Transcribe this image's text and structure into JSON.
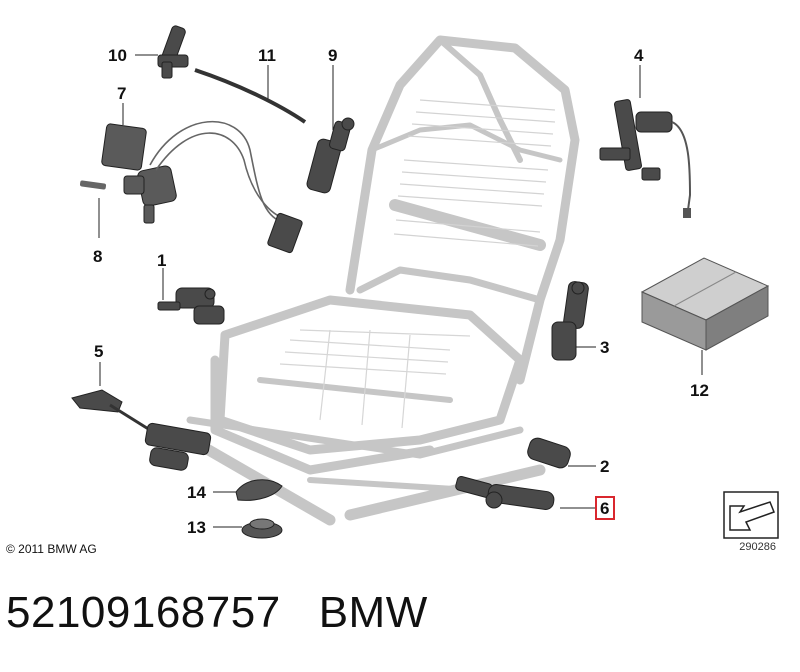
{
  "callouts": [
    "1",
    "2",
    "3",
    "4",
    "5",
    "6",
    "7",
    "8",
    "9",
    "10",
    "11",
    "12",
    "13",
    "14"
  ],
  "highlighted_callout": "6",
  "colors": {
    "highlight": "#d9272e",
    "frame": "#c9c9c9",
    "part": "#3a3a3a",
    "box": "#8f8f8f"
  },
  "copyright": "© 2011 BMW AG",
  "catalog_number": "290286",
  "part_number": "52109168757",
  "brand": "BMW"
}
